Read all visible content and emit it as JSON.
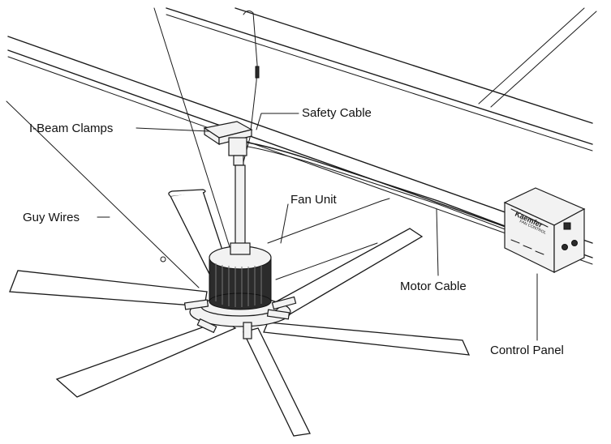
{
  "labels": {
    "safety_cable": "Safety Cable",
    "i_beam_clamps": "I-Beam Clamps",
    "fan_unit": "Fan Unit",
    "guy_wires": "Guy Wires",
    "motor_cable": "Motor Cable",
    "control_panel": "Control Panel"
  },
  "panel_logo": {
    "brand": "Kaemfer",
    "sub": "FAN CONTROL"
  },
  "colors": {
    "ink": "#1a1a1a",
    "motor": "#2b2b2b",
    "background": "#ffffff"
  }
}
